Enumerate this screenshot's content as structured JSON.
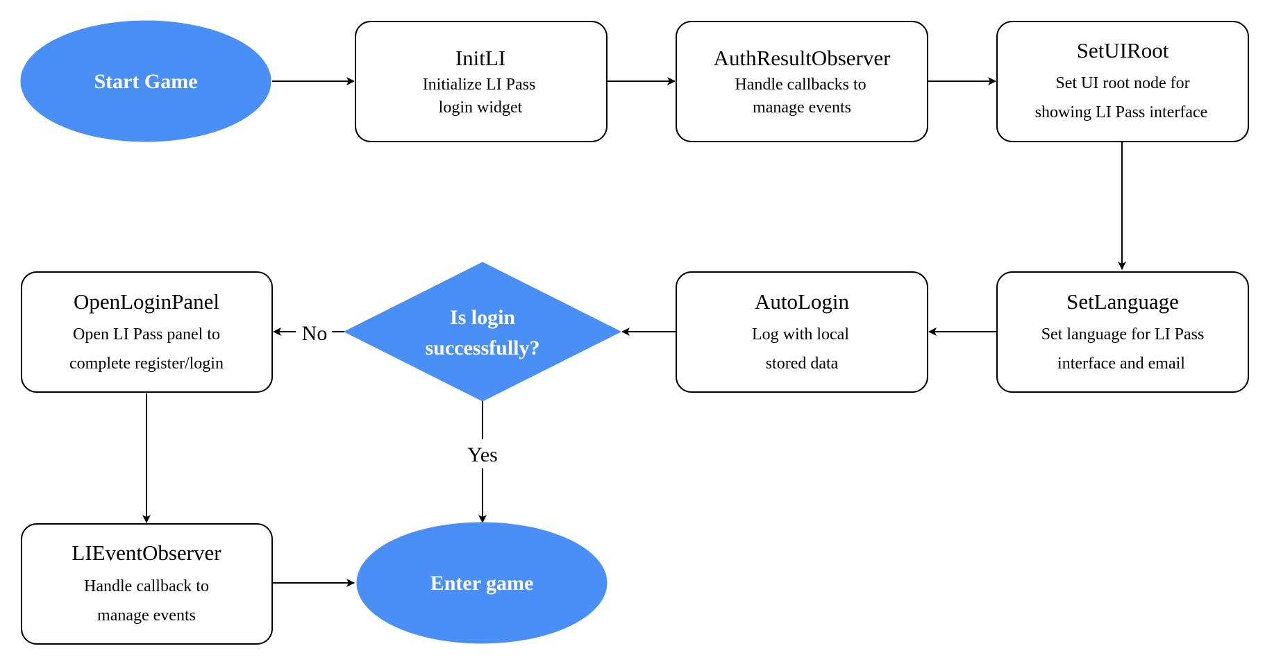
{
  "colors": {
    "terminal_fill": "#4a8ff5",
    "decision_fill": "#4a8ff5",
    "stroke": "#000000"
  },
  "start": {
    "label": "Start Game"
  },
  "init_li": {
    "title": "InitLI",
    "line1": "Initialize LI Pass",
    "line2": "login widget"
  },
  "auth_observer": {
    "title": "AuthResultObserver",
    "line1": "Handle callbacks to",
    "line2": "manage events"
  },
  "set_ui_root": {
    "title": "SetUIRoot",
    "line1": "Set UI root node for",
    "line2": "showing LI Pass interface"
  },
  "set_language": {
    "title": "SetLanguage",
    "line1": "Set language for LI Pass",
    "line2": "interface and email"
  },
  "auto_login": {
    "title": "AutoLogin",
    "line1": "Log with local",
    "line2": "stored data"
  },
  "decision": {
    "line1": "Is login",
    "line2": "successfully?"
  },
  "open_login_panel": {
    "title": "OpenLoginPanel",
    "line1": "Open LI Pass panel to",
    "line2": "complete register/login"
  },
  "event_observer": {
    "title": "LIEventObserver",
    "line1": "Handle callback to",
    "line2": "manage events"
  },
  "enter": {
    "label": "Enter game"
  },
  "edge_labels": {
    "no": "No",
    "yes": "Yes"
  }
}
